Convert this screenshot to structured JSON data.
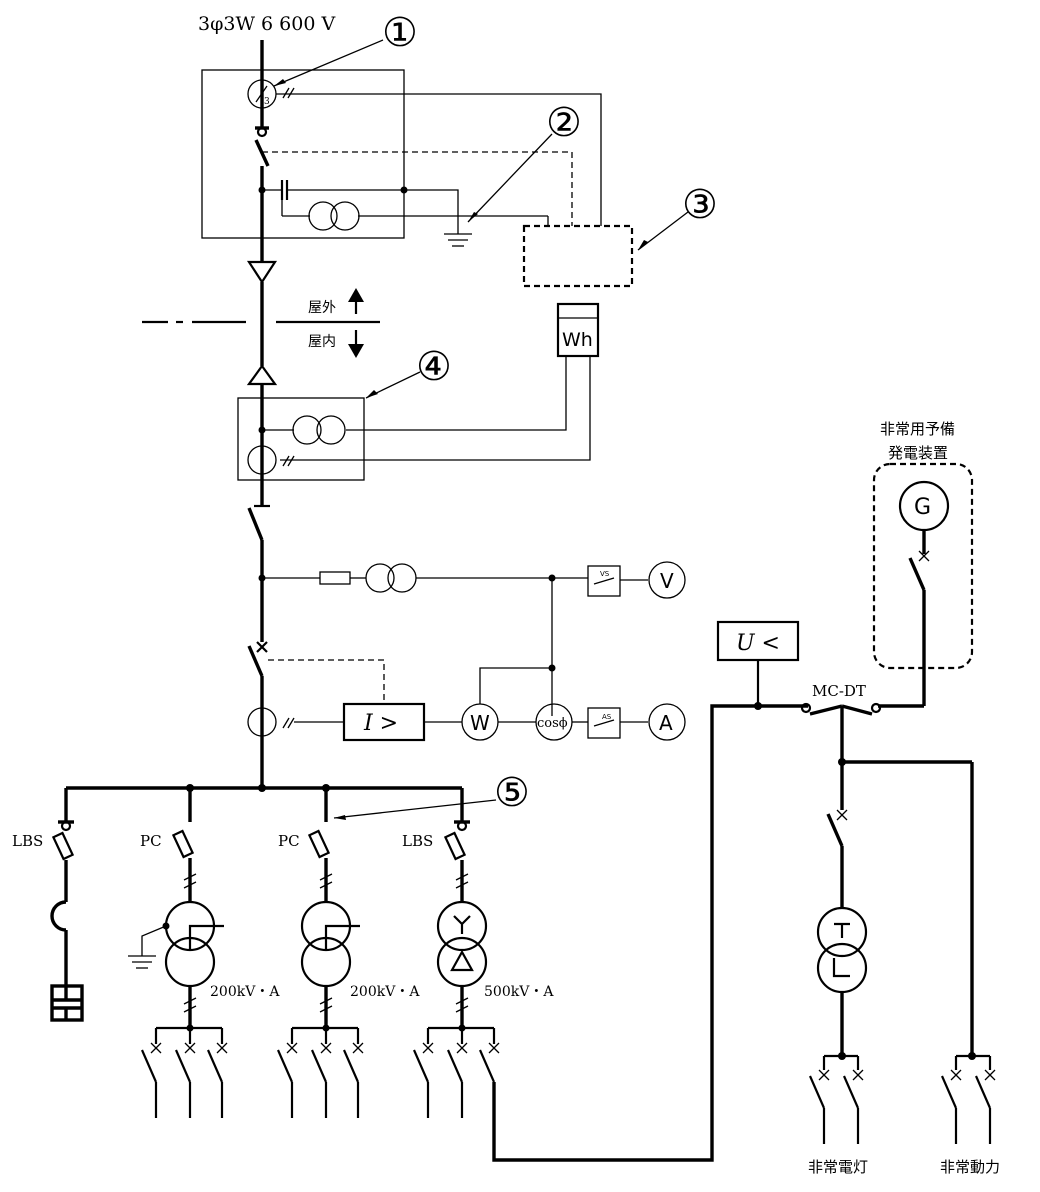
{
  "supply": {
    "label": "3φ3W  6 600 V"
  },
  "callouts": [
    "①",
    "②",
    "③",
    "④",
    "⑤"
  ],
  "boundary": {
    "outdoor": "屋外",
    "indoor": "屋内"
  },
  "meters": {
    "wh": "Wh",
    "voltmeter": "V",
    "vs": "VS",
    "ammeter": "A",
    "as": "AS",
    "wattmeter": "W",
    "pf_meter": "cosϕ",
    "ocr": "I  >",
    "uvr": "U  <",
    "ct_ratio_mark": "3"
  },
  "generator": {
    "label_line1": "非常用予備",
    "label_line2": "発電装置",
    "symbol": "G"
  },
  "transfer": {
    "label": "MC-DT"
  },
  "feeders": [
    {
      "device": "LBS",
      "rating": ""
    },
    {
      "device": "PC",
      "rating": "200kV・A"
    },
    {
      "device": "PC",
      "rating": "200kV・A"
    },
    {
      "device": "LBS",
      "rating": "500kV・A"
    }
  ],
  "loads": {
    "emergency_light": "非常電灯",
    "emergency_power": "非常動力"
  }
}
